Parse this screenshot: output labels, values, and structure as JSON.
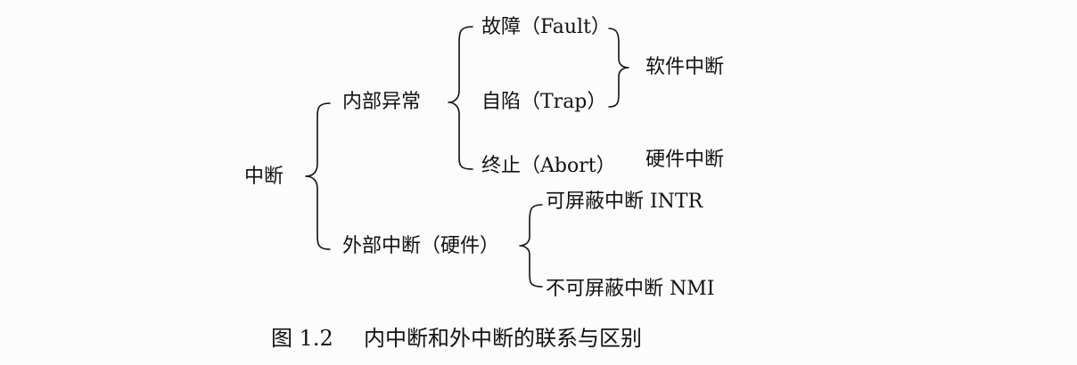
{
  "diagram": {
    "root": "中断",
    "internal": {
      "label": "内部异常",
      "fault": "故障（Fault）",
      "trap": "自陷（Trap）",
      "abort": "终止（Abort）"
    },
    "external": {
      "label": "外部中断（硬件）",
      "maskable": "可屏蔽中断 INTR",
      "nonmaskable": "不可屏蔽中断 NMI"
    },
    "software_group": "软件中断",
    "hardware_group": "硬件中断"
  },
  "caption": {
    "number": "图 1.2",
    "text": "内中断和外中断的联系与区别"
  }
}
